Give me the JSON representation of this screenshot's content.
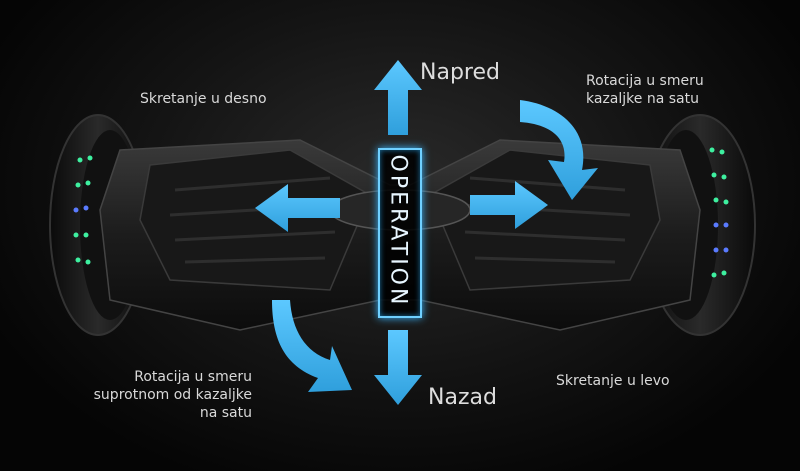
{
  "labels": {
    "turn_right": "Skretanje u desno",
    "forward": "Napred",
    "clockwise": "Rotacija u smeru\nkazaljke na satu",
    "counter_clockwise": "Rotacija u smeru\nsuprotnom od kazaljke\nna satu",
    "back": "Nazad",
    "turn_left": "Skretanje u levo",
    "operation": "OPERATION"
  },
  "colors": {
    "arrow": "#3fb4ee",
    "accent": "#6fd0ff",
    "led_green": "#3ef0a0",
    "led_blue": "#5a7bff",
    "board": "#1b1b1b"
  }
}
